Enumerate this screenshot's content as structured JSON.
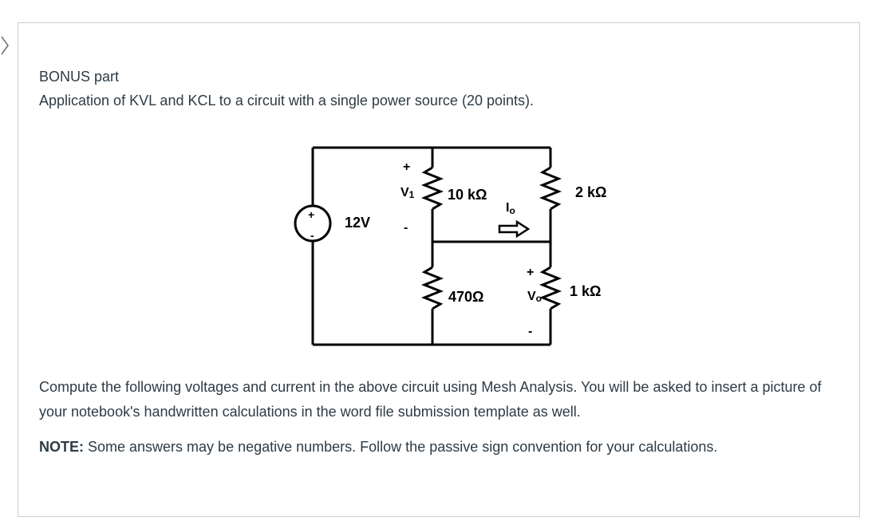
{
  "header": {
    "title": "BONUS part",
    "subtitle": "Application of KVL and KCL to a circuit with a single power source (20 points)."
  },
  "circuit": {
    "source_plus": "+",
    "source_minus": "-",
    "source_voltage": "12V",
    "v1_plus": "+",
    "v1_label": "V",
    "v1_sub": "1",
    "v1_minus": "-",
    "r1_label": "10 kΩ",
    "io_label": "I",
    "io_sub": "o",
    "r2_label": "2 kΩ",
    "r3_label": "470Ω",
    "vo_plus": "+",
    "vo_label": "V",
    "vo_sub": "o",
    "vo_minus": "-",
    "r4_label": "1 kΩ"
  },
  "body": {
    "paragraph": "Compute the following voltages and current in the above circuit using Mesh Analysis. You will be asked to insert a picture of your notebook's handwritten calculations in the word file submission template as well.",
    "note_label": "NOTE:",
    "note_text": " Some answers may be negative numbers. Follow the passive sign convention for your calculations."
  }
}
